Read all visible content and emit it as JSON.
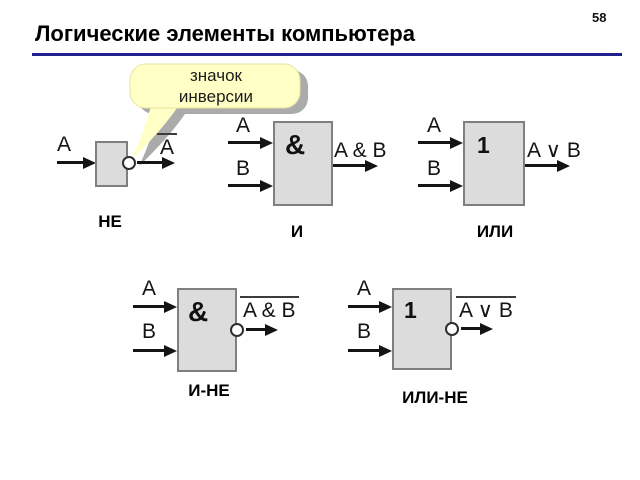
{
  "slide": {
    "title": "Логические элементы компьютера",
    "page_number": "58"
  },
  "callout": {
    "line1": "значок",
    "line2": "инверсии",
    "points_to": "inversion-circle-of-not-gate"
  },
  "gates": {
    "not": {
      "name": "НЕ",
      "input_a": "A",
      "output": "A",
      "output_negated": true
    },
    "and": {
      "name": "И",
      "symbol": "&",
      "input_a": "A",
      "input_b": "B",
      "output": "A & B",
      "output_negated": false
    },
    "or": {
      "name": "ИЛИ",
      "symbol": "1",
      "input_a": "A",
      "input_b": "B",
      "output": "A ∨ B",
      "output_negated": false
    },
    "nand": {
      "name": "И-НЕ",
      "symbol": "&",
      "input_a": "A",
      "input_b": "B",
      "output": "A & B",
      "output_negated": true
    },
    "nor": {
      "name": "ИЛИ-НЕ",
      "symbol": "1",
      "input_a": "A",
      "input_b": "B",
      "output": "A ∨ B",
      "output_negated": true
    }
  },
  "colors": {
    "accent_rule": "#20208E",
    "gate_fill": "#DCDCDC",
    "gate_border": "#7F7F7F",
    "callout_fill": "#FFFFC6",
    "callout_shadow": "#ABABAB"
  }
}
